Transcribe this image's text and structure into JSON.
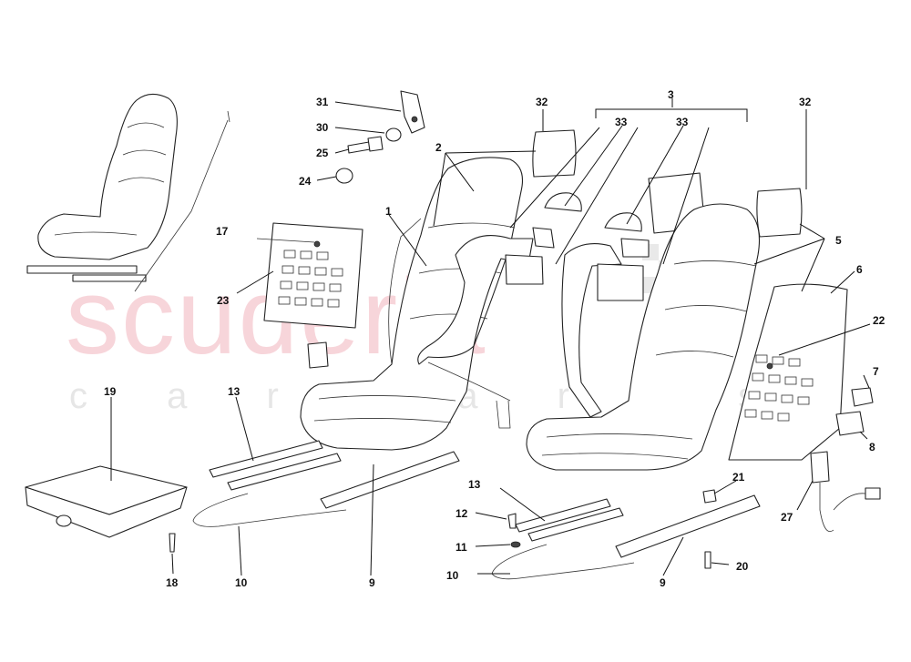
{
  "watermark": {
    "brand": "scuderia",
    "sub": "c a r p a r t s"
  },
  "callouts": [
    {
      "id": "label-1",
      "text": "1"
    },
    {
      "id": "label-2",
      "text": "2"
    },
    {
      "id": "label-3",
      "text": "3"
    },
    {
      "id": "label-5",
      "text": "5"
    },
    {
      "id": "label-6",
      "text": "6"
    },
    {
      "id": "label-7",
      "text": "7"
    },
    {
      "id": "label-8",
      "text": "8"
    },
    {
      "id": "label-9a",
      "text": "9"
    },
    {
      "id": "label-9b",
      "text": "9"
    },
    {
      "id": "label-10a",
      "text": "10"
    },
    {
      "id": "label-10b",
      "text": "10"
    },
    {
      "id": "label-11",
      "text": "11"
    },
    {
      "id": "label-12",
      "text": "12"
    },
    {
      "id": "label-13a",
      "text": "13"
    },
    {
      "id": "label-13b",
      "text": "13"
    },
    {
      "id": "label-17",
      "text": "17"
    },
    {
      "id": "label-18",
      "text": "18"
    },
    {
      "id": "label-19",
      "text": "19"
    },
    {
      "id": "label-20",
      "text": "20"
    },
    {
      "id": "label-21",
      "text": "21"
    },
    {
      "id": "label-22",
      "text": "22"
    },
    {
      "id": "label-23",
      "text": "23"
    },
    {
      "id": "label-24",
      "text": "24"
    },
    {
      "id": "label-25",
      "text": "25"
    },
    {
      "id": "label-27",
      "text": "27"
    },
    {
      "id": "label-30",
      "text": "30"
    },
    {
      "id": "label-31",
      "text": "31"
    },
    {
      "id": "label-32a",
      "text": "32"
    },
    {
      "id": "label-32b",
      "text": "32"
    },
    {
      "id": "label-33a",
      "text": "33"
    },
    {
      "id": "label-33b",
      "text": "33"
    }
  ]
}
